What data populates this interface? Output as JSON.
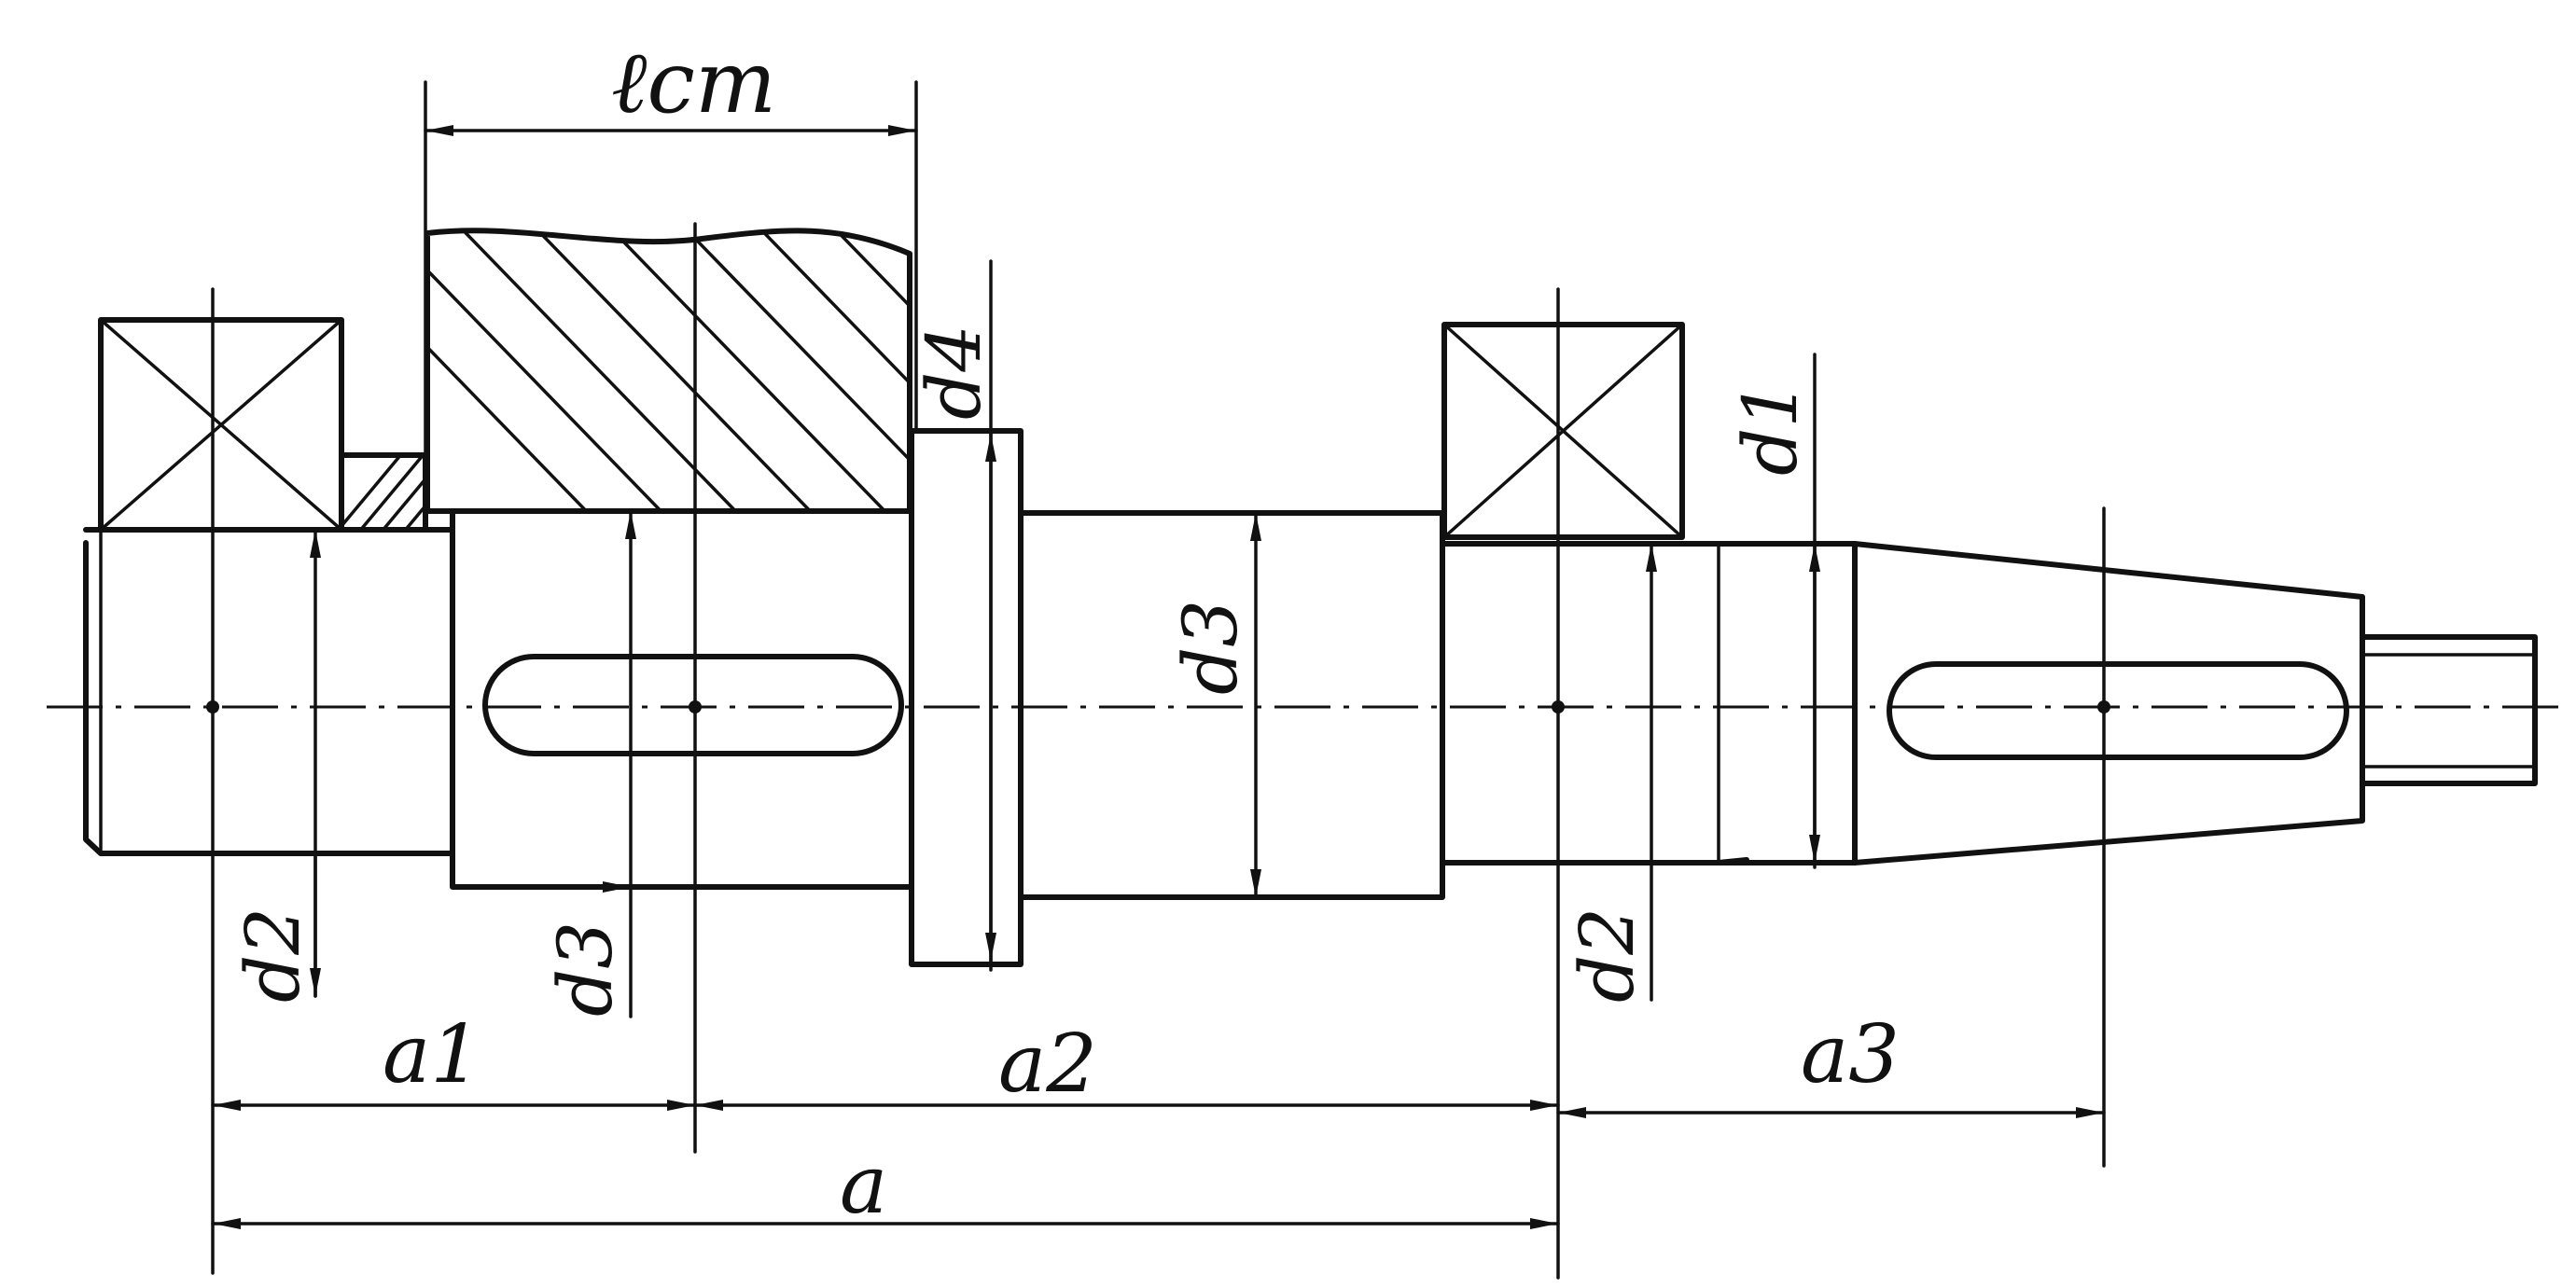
{
  "labels": {
    "l_st": "ℓст",
    "d1": "d1",
    "d2_left": "d2",
    "d2_right": "d2",
    "d3_left": "d3",
    "d3_mid": "d3",
    "d4": "d4",
    "a": "a",
    "a1": "a1",
    "a2": "a2",
    "a3": "a3"
  },
  "colors": {
    "ink": "#111111",
    "paper": "#ffffff"
  }
}
